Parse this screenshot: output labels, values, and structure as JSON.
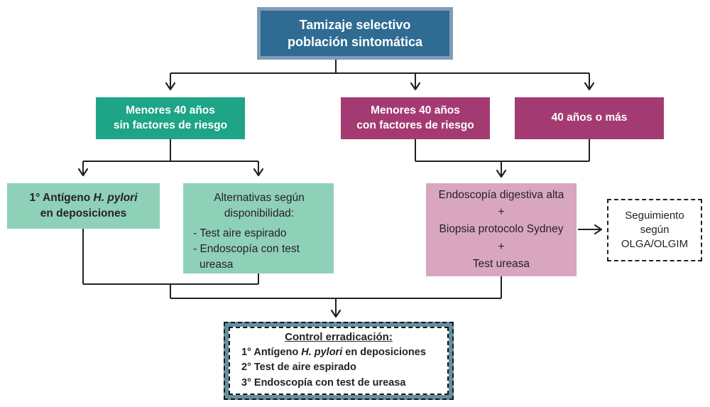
{
  "colors": {
    "root_fill": "#2f6b93",
    "root_border": "#7f9db8",
    "green": "#1ea487",
    "magenta": "#a43a72",
    "light_green": "#8fd0b8",
    "pink": "#d9a6c0",
    "teal_frame": "#64909f",
    "line": "#242021"
  },
  "diagram": {
    "nodes": {
      "root": {
        "line1": "Tamizaje selectivo",
        "line2": "población sintomática"
      },
      "no_risk": {
        "line1": "Menores 40 años",
        "line2": "sin factores de riesgo"
      },
      "with_risk": {
        "line1": "Menores 40 años",
        "line2": "con factores de riesgo"
      },
      "over40": {
        "label": "40 años o más"
      },
      "antigen": {
        "line1_pre": "1° Antígeno ",
        "line1_italic": "H. pylori",
        "line2": "en deposiciones"
      },
      "alternatives": {
        "title_line1": "Alternativas según",
        "title_line2": "disponibilidad:",
        "items": [
          "- Test aire espirado",
          "- Endoscopía con test ureasa"
        ]
      },
      "endoscopy": {
        "lines": [
          "Endoscopía digestiva alta",
          "+",
          "Biopsia protocolo Sydney",
          "+",
          "Test ureasa"
        ]
      },
      "followup": {
        "line1": "Seguimiento",
        "line2": "según",
        "line3": "OLGA/OLGIM"
      },
      "control": {
        "title": "Control erradicación:",
        "item1_pre": "1° Antígeno ",
        "item1_italic": "H. pylori",
        "item1_post": " en deposiciones",
        "item2": "2° Test de aire espirado",
        "item3": "3° Endoscopía con test de ureasa"
      }
    },
    "edges": [
      {
        "from": "tamizaje-selectivo",
        "to": "menores-40-sin-riesgo"
      },
      {
        "from": "tamizaje-selectivo",
        "to": "menores-40-con-riesgo"
      },
      {
        "from": "tamizaje-selectivo",
        "to": "40-anos-o-mas"
      },
      {
        "from": "menores-40-sin-riesgo",
        "to": "antigeno-deposiciones"
      },
      {
        "from": "menores-40-sin-riesgo",
        "to": "alternativas-disponibilidad"
      },
      {
        "from": "menores-40-con-riesgo",
        "to": "endoscopia-biopsia-ureasa"
      },
      {
        "from": "40-anos-o-mas",
        "to": "endoscopia-biopsia-ureasa"
      },
      {
        "from": "endoscopia-biopsia-ureasa",
        "to": "seguimiento-olga-olgim"
      },
      {
        "from": "antigeno-deposiciones",
        "to": "control-erradicacion"
      },
      {
        "from": "alternativas-disponibilidad",
        "to": "control-erradicacion"
      },
      {
        "from": "endoscopia-biopsia-ureasa",
        "to": "control-erradicacion"
      }
    ]
  }
}
